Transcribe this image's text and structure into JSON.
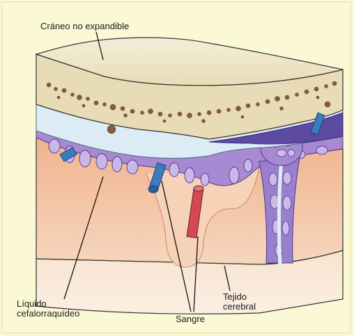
{
  "labels": {
    "skull": "Cráneo no expandible",
    "csf": "Líquido\ncefalorraquídeo",
    "blood": "Sangre",
    "tissue": "Tejido\ncerebral"
  },
  "colors": {
    "background": "#fbf8d6",
    "skull_top": "#f1ead0",
    "skull_side": "#e4d8b0",
    "bone_pebble": "#8b5a3c",
    "csf_space": "#dcecf4",
    "arachnoid": "#9c84cf",
    "vessel_blue": "#2f6fb0",
    "vessel_red": "#c8404a",
    "brain_tissue": "#f2bd9a",
    "brain_deep": "#f6ddc8"
  }
}
